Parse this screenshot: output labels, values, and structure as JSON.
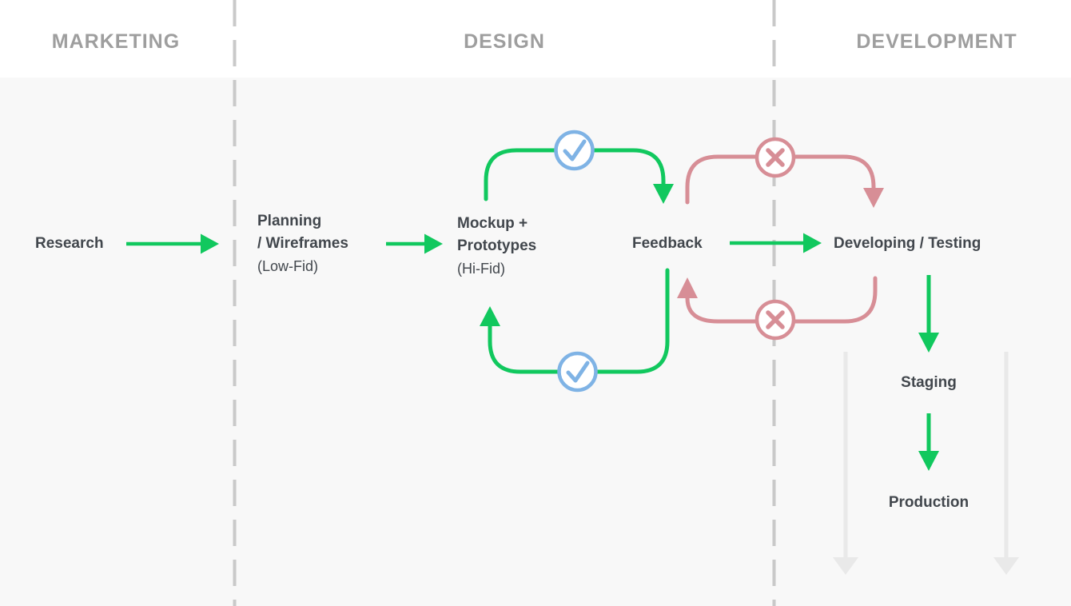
{
  "header": {
    "columns": [
      {
        "label": "MARKETING"
      },
      {
        "label": "DESIGN"
      },
      {
        "label": "DEVELOPMENT"
      }
    ]
  },
  "nodes": {
    "research": {
      "label": "Research"
    },
    "planning": {
      "lines": [
        "Planning",
        "/ Wireframes"
      ],
      "sub": "(Low-Fid)"
    },
    "mockup": {
      "lines": [
        "Mockup +",
        "Prototypes"
      ],
      "sub": "(Hi-Fid)"
    },
    "feedback": {
      "label": "Feedback"
    },
    "developing": {
      "label": "Developing / Testing"
    },
    "staging": {
      "label": "Staging"
    },
    "production": {
      "label": "Production"
    }
  },
  "icons": {
    "approve": "check-circle",
    "reject": "cross-circle"
  },
  "colors": {
    "green": "#11c85e",
    "pink": "#d78e96",
    "blue": "#7fb3e5",
    "dash": "#c9c9c9",
    "light_arrow": "#e9e9e9",
    "header_text": "#9e9e9e",
    "node_text": "#42474d",
    "header_bg": "#ffffff",
    "body_bg": "#f8f8f8"
  }
}
